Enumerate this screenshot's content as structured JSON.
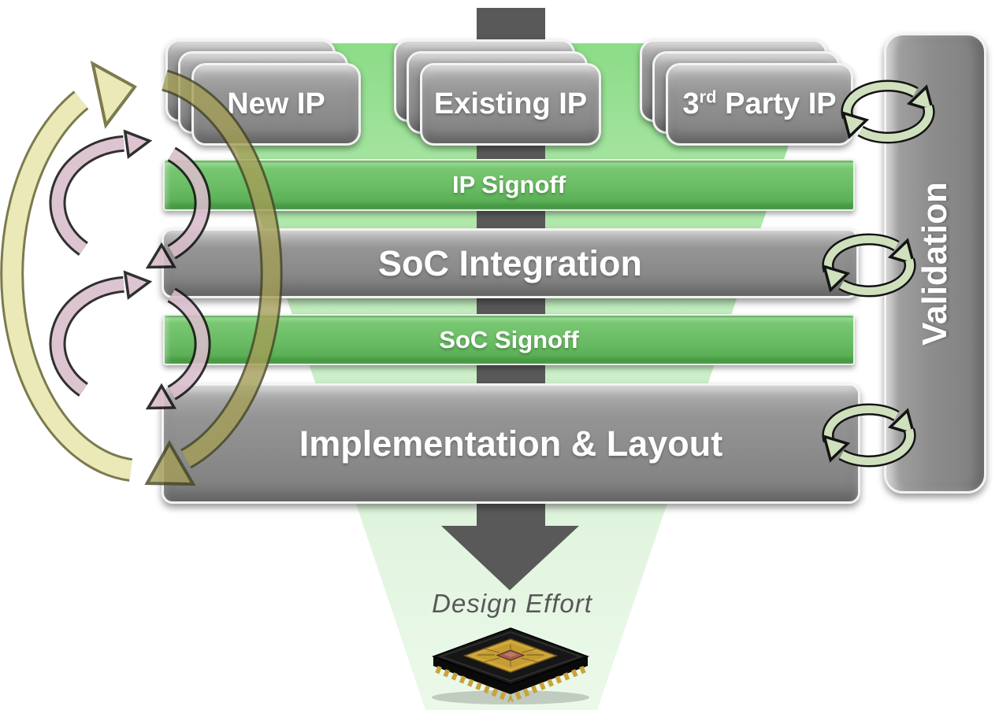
{
  "slide": {
    "ip_blocks": [
      {
        "label": "New IP"
      },
      {
        "label": "Existing IP"
      },
      {
        "label": "3rd Party IP",
        "label_prefix": "3",
        "label_sup": "rd",
        "label_suffix": " Party IP"
      }
    ],
    "stages": [
      {
        "label": "IP Signoff",
        "type": "green"
      },
      {
        "label": "SoC Integration",
        "type": "gray"
      },
      {
        "label": "SoC Signoff",
        "type": "green"
      },
      {
        "label": "Implementation & Layout",
        "type": "gray"
      }
    ],
    "side_label": "Validation",
    "caption": "Design Effort"
  },
  "icons": {
    "sync_cycle_icon": "two curved arrows forming a loop",
    "iteration_cycle_icon": "pink circular iteration arrows",
    "big_loop_icon": "large olive iteration loop",
    "flow_arrow_icon": "dark downward flow arrow",
    "chip_icon": "packaged silicon chip"
  },
  "colors": {
    "stage_green": "#6abc64",
    "stage_gray": "#8c8c8c",
    "funnel_green": "#8edd8a",
    "flow_arrow_gray": "#595959",
    "loop_outer_yellow": "#ebe8b2",
    "loop_return_olive": "#a49e58",
    "iterate_pink": "#d9bdcb",
    "sync_green": "#cfe0bd"
  }
}
